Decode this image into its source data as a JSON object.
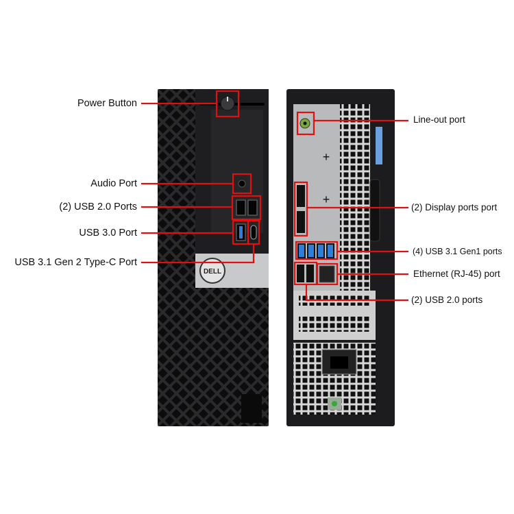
{
  "logo": "DELL",
  "callout_color": "#e01010",
  "front": {
    "labels": [
      "Power Button",
      "Audio Port",
      "(2) USB 2.0 Ports",
      "USB 3.0 Port",
      "USB 3.1 Gen 2 Type-C Port"
    ]
  },
  "rear": {
    "labels": [
      "Line-out port",
      "(2) Display ports port",
      "(4) USB 3.1 Gen1 ports",
      "Ethernet (RJ-45) port",
      "(2) USB 2.0 ports"
    ]
  },
  "colors": {
    "chassis": "#1c1c1e",
    "rear_panel": "#b9babc",
    "usb3": "#2f7fd8",
    "line_out": "#7aa83a",
    "latch": "#6a9fe0",
    "badge": "#c8c9cb"
  }
}
